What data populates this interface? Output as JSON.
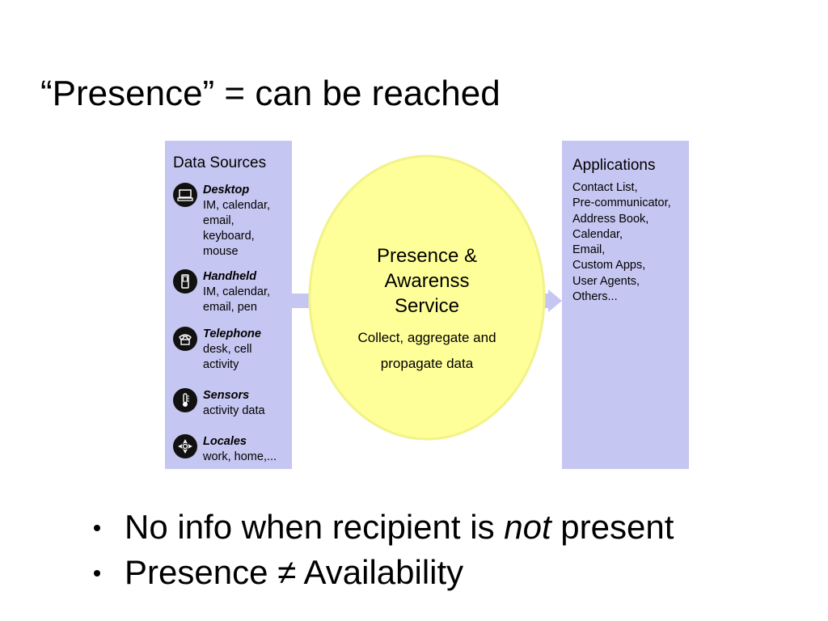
{
  "slide": {
    "title": "“Presence” = can be reached"
  },
  "diagram": {
    "data_sources": {
      "heading": "Data Sources",
      "items": [
        {
          "name": "Desktop",
          "desc": "IM, calendar,\nemail,\nkeyboard,\nmouse",
          "icon": "desktop-icon"
        },
        {
          "name": "Handheld",
          "desc": "IM, calendar,\nemail, pen",
          "icon": "handheld-icon"
        },
        {
          "name": "Telephone",
          "desc": "desk, cell\nactivity",
          "icon": "telephone-icon"
        },
        {
          "name": "Sensors",
          "desc": "activity data",
          "icon": "thermometer-icon"
        },
        {
          "name": "Locales",
          "desc": "work, home,...",
          "icon": "compass-icon"
        }
      ]
    },
    "service": {
      "title": "Presence &\nAwarenss\nService",
      "subtitle": "Collect, aggregate and\npropagate data"
    },
    "applications": {
      "heading": "Applications",
      "list": "Contact List,\nPre-communicator,\nAddress Book,\nCalendar,\nEmail,\nCustom Apps,\nUser Agents,\nOthers..."
    },
    "colors": {
      "panel": "#c6c6f2",
      "ellipse": "#ffff99",
      "ellipse_stroke": "#eeee88",
      "arrow": "#c6c6f2"
    }
  },
  "bullets": [
    {
      "before": "No info when recipient is ",
      "emphasis": "not",
      "after": " present"
    },
    {
      "before": "Presence ≠ Availability",
      "emphasis": "",
      "after": ""
    }
  ]
}
